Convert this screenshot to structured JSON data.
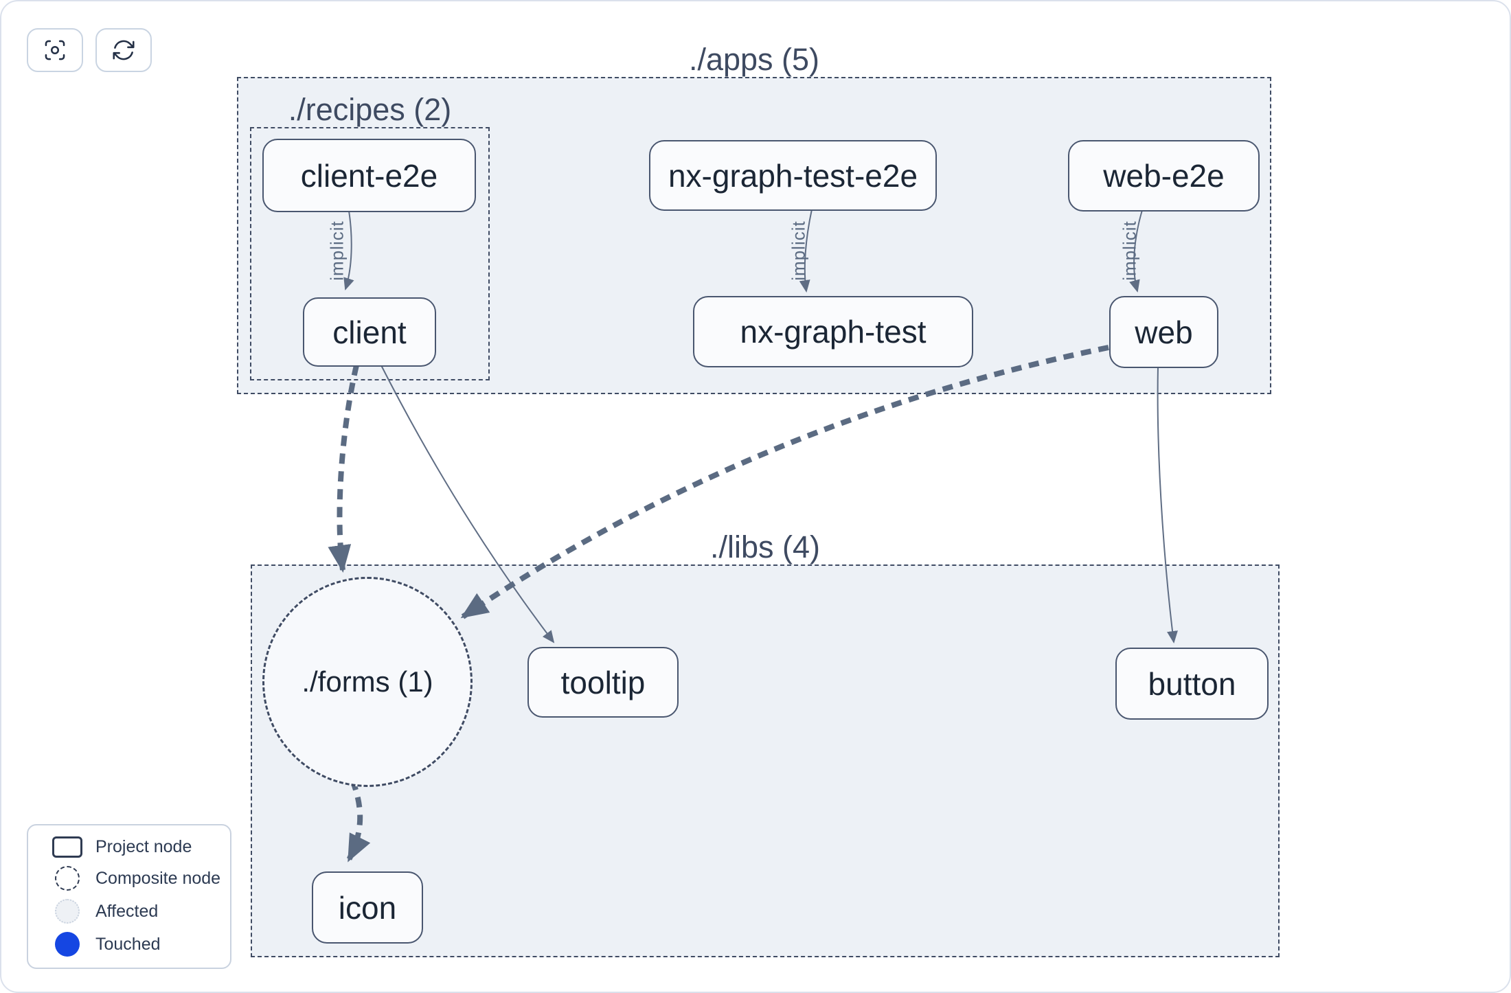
{
  "toolbar": {
    "focus_button": {
      "icon": "focus-icon"
    },
    "refresh_button": {
      "icon": "refresh-icon"
    }
  },
  "groups": {
    "apps": {
      "label": "./apps (5)"
    },
    "recipes": {
      "label": "./recipes (2)"
    },
    "libs": {
      "label": "./libs (4)"
    }
  },
  "composites": {
    "forms": {
      "label": "./forms (1)"
    }
  },
  "nodes": {
    "client_e2e": {
      "label": "client-e2e"
    },
    "nx_graph_test_e2e": {
      "label": "nx-graph-test-e2e"
    },
    "web_e2e": {
      "label": "web-e2e"
    },
    "client": {
      "label": "client"
    },
    "nx_graph_test": {
      "label": "nx-graph-test"
    },
    "web": {
      "label": "web"
    },
    "tooltip": {
      "label": "tooltip"
    },
    "button": {
      "label": "button"
    },
    "icon": {
      "label": "icon"
    }
  },
  "edges": {
    "list": [
      {
        "from": "client-e2e",
        "to": "client",
        "label": "implicit",
        "style": "thin-solid"
      },
      {
        "from": "nx-graph-test-e2e",
        "to": "nx-graph-test",
        "label": "implicit",
        "style": "thin-solid"
      },
      {
        "from": "web-e2e",
        "to": "web",
        "label": "implicit",
        "style": "thin-solid"
      },
      {
        "from": "client",
        "to": "./forms (1)",
        "label": "",
        "style": "thick-dashed"
      },
      {
        "from": "client",
        "to": "tooltip",
        "label": "",
        "style": "thin-solid"
      },
      {
        "from": "web",
        "to": "./forms (1)",
        "label": "",
        "style": "thick-dashed"
      },
      {
        "from": "web",
        "to": "button",
        "label": "",
        "style": "thin-solid"
      },
      {
        "from": "./forms (1)",
        "to": "icon",
        "label": "",
        "style": "thick-dashed"
      }
    ]
  },
  "legend": {
    "items": [
      {
        "swatch": "project-node-swatch",
        "label": "Project node"
      },
      {
        "swatch": "composite-node-swatch",
        "label": "Composite node"
      },
      {
        "swatch": "affected-swatch",
        "label": "Affected"
      },
      {
        "swatch": "touched-swatch",
        "label": "Touched"
      }
    ]
  },
  "colors": {
    "canvas_border": "#dbe1ec",
    "group_fill": "#edf1f6",
    "group_border": "#3f4b63",
    "node_background": "#fafbfd",
    "node_border": "#49566f",
    "node_text": "#1b2635",
    "group_label_text": "#3e4a61",
    "edge": "#5b6b82",
    "touched": "#1546e2",
    "affected_fill": "#eef1f5",
    "affected_border": "#c9d2df"
  }
}
